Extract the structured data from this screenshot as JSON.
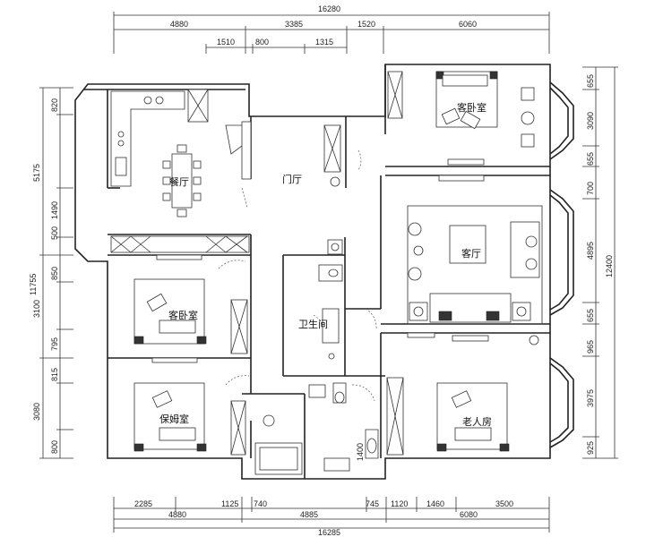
{
  "dimensions": {
    "top_total": "16280",
    "top_row1": [
      "4880",
      "3385",
      "1520",
      "6060"
    ],
    "top_row2": [
      "1510",
      "800",
      "1315"
    ],
    "bottom_row1": [
      "2285",
      "1125",
      "740",
      "745",
      "1120",
      "1460",
      "3500"
    ],
    "bottom_row2": [
      "4880",
      "4885",
      "6080"
    ],
    "bottom_total": "16285",
    "left_total": "11755",
    "left_col1": [
      "5175",
      "3100",
      "3080"
    ],
    "left_col2": [
      "820",
      "1490",
      "500",
      "850",
      "795",
      "815",
      "800"
    ],
    "right_total": "12400",
    "right_col": [
      "655",
      "3090",
      "655",
      "700",
      "4895",
      "655",
      "965",
      "3975",
      "925"
    ],
    "inner_1400": "1400"
  },
  "rooms": {
    "dining": "餐厅",
    "foyer": "门厅",
    "guest_bedroom_top": "客卧室",
    "living": "客厅",
    "guest_bedroom_left": "客卧室",
    "bathroom": "卫生间",
    "nanny_room": "保姆室",
    "elder_room": "老人房"
  }
}
